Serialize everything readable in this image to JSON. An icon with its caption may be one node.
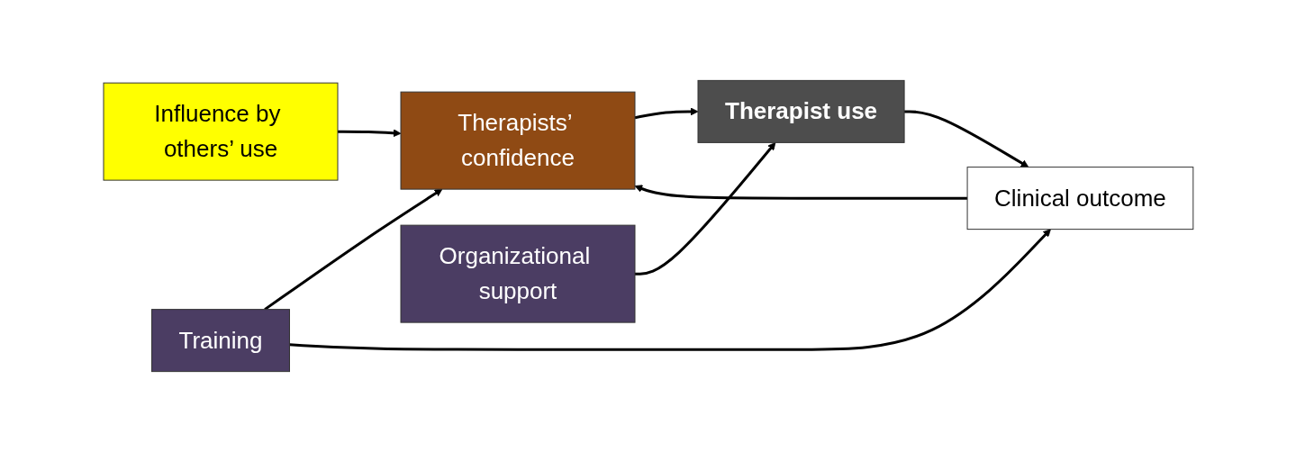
{
  "diagram": {
    "nodes": [
      {
        "text": [
          "Influence by others’ use"
        ]
      },
      {
        "text": [
          "Training"
        ]
      },
      {
        "text": [
          "Therapists’ confidence"
        ]
      },
      {
        "text": [
          "Therapist use"
        ]
      },
      {
        "text": [
          "Clinical outcome"
        ]
      },
      {
        "text": [
          "Organizational support"
        ]
      }
    ],
    "edges": [
      {
        "from": 0,
        "to": 2,
        "arrow": "to"
      },
      {
        "from": 1,
        "to": 2,
        "arrow": "to"
      },
      {
        "from": 2,
        "to": 3,
        "arrow": "to"
      },
      {
        "from": 1,
        "to": 4,
        "arrow": "to"
      },
      {
        "from": 4,
        "to": 2,
        "arrow": "to"
      },
      {
        "from": 3,
        "to": 4,
        "arrow": "to"
      },
      {
        "from": 5,
        "to": 3,
        "arrow": "to"
      }
    ]
  }
}
